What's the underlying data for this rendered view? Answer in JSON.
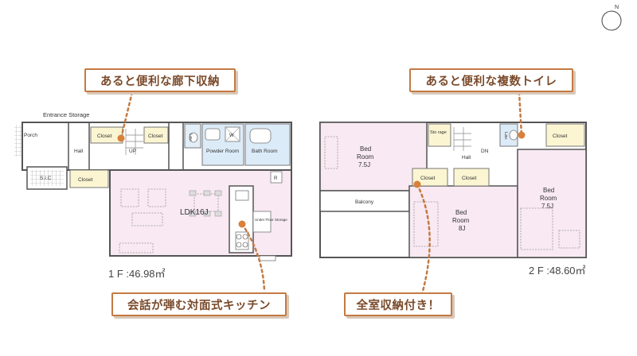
{
  "compass": {
    "north": "N"
  },
  "callouts": {
    "hallway_storage": "あると便利な廊下収納",
    "toilets": "あると便利な複数トイレ",
    "kitchen": "会話が弾む対面式キッチン",
    "storage": "全室収納付き！"
  },
  "floor1": {
    "area": "1 F :46.98㎡",
    "rooms": {
      "entrance_storage": "Entrance Storage",
      "porch": "Porch",
      "shoes": "S.I.C",
      "hall": "Hall",
      "closet_a": "Closet",
      "up": "UP",
      "closet_b": "Closet",
      "lav": "Lav.",
      "powder": "Powder Room",
      "washer": "W",
      "bath": "Bath Room",
      "closet_c": "Closet",
      "ldk": "LDK16J",
      "under_floor": "Under Floor Storage",
      "refrigerator": "R"
    }
  },
  "floor2": {
    "area": "2 F :48.60㎡",
    "rooms": {
      "bed1_a": "Bed",
      "bed1_b": "Room",
      "bed1_c": "7.5J",
      "storage": "Sto rage",
      "lav": "Lav.",
      "closet_top": "Closet",
      "hall": "Hall",
      "dn": "DN",
      "closet_a": "Closet",
      "closet_b": "Closet",
      "bed2_a": "Bed",
      "bed2_b": "Room",
      "bed2_c": "8J",
      "bed3_a": "Bed",
      "bed3_b": "Room",
      "bed3_c": "7.5J",
      "balcony": "Balcony"
    }
  }
}
